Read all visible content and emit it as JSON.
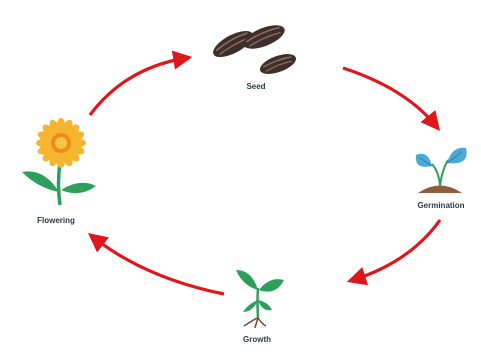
{
  "colors": {
    "arrow": "#e0161b",
    "label": "#2b3947",
    "seed_dark": "#3e2f2a",
    "seed_stripe": "#8a6d5f",
    "leaf_green": "#2e9e5b",
    "leaf_blue": "#4aa9d6",
    "soil": "#8b5e3c",
    "petal": "#f5b52e",
    "flower_center": "#f08a1c",
    "root": "#6b4a35"
  },
  "stages": [
    {
      "id": "seed",
      "label": "Seed",
      "icon": "sunflower-seeds-icon"
    },
    {
      "id": "germination",
      "label": "Germination",
      "icon": "sprout-in-soil-icon"
    },
    {
      "id": "growth",
      "label": "Growth",
      "icon": "seedling-with-roots-icon"
    },
    {
      "id": "flowering",
      "label": "Flowering",
      "icon": "sunflower-icon"
    }
  ],
  "arrows": [
    {
      "from": "seed",
      "to": "germination"
    },
    {
      "from": "germination",
      "to": "growth"
    },
    {
      "from": "growth",
      "to": "flowering"
    },
    {
      "from": "flowering",
      "to": "seed"
    }
  ]
}
